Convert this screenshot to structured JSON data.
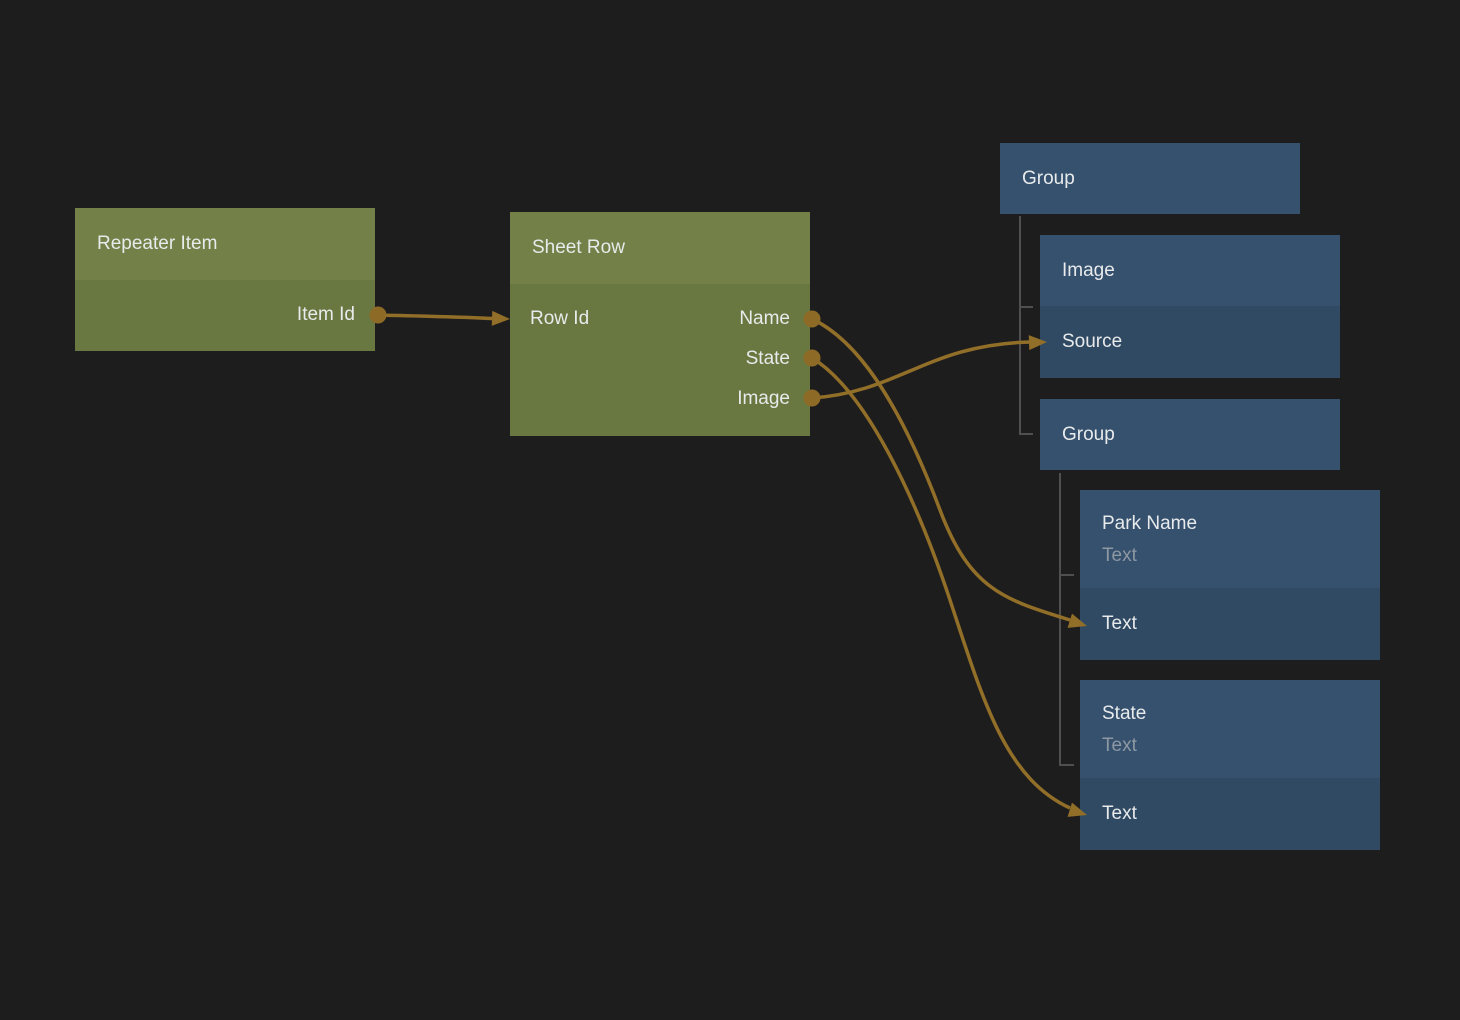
{
  "diagram": {
    "type": "node-binding-graph",
    "colors": {
      "background": "#1e1d1d",
      "green_node_header": "#738148",
      "green_node_body": "#697840",
      "blue_node_header": "#35516e",
      "blue_node_body": "#304a63",
      "connector": "#926f28",
      "tree_line": "#4f4f4f",
      "text": "#e8eaeb",
      "subtext": "#8d98a3"
    }
  },
  "nodes": {
    "repeater_item": {
      "title": "Repeater Item",
      "ports": {
        "item_id": "Item Id"
      }
    },
    "sheet_row": {
      "title": "Sheet Row",
      "ports": {
        "row_id": "Row Id",
        "name": "Name",
        "state": "State",
        "image": "Image"
      }
    },
    "group_top": {
      "title": "Group"
    },
    "image": {
      "title": "Image",
      "ports": {
        "source": "Source"
      }
    },
    "group_child": {
      "title": "Group"
    },
    "park_name": {
      "title": "Park Name",
      "subtitle": "Text",
      "ports": {
        "text": "Text"
      }
    },
    "state": {
      "title": "State",
      "subtitle": "Text",
      "ports": {
        "text": "Text"
      }
    }
  },
  "connections": [
    {
      "from": "Repeater Item.Item Id",
      "to": "Sheet Row.Row Id"
    },
    {
      "from": "Sheet Row.Name",
      "to": "Park Name.Text"
    },
    {
      "from": "Sheet Row.State",
      "to": "State.Text"
    },
    {
      "from": "Sheet Row.Image",
      "to": "Image.Source"
    }
  ],
  "hierarchy": [
    {
      "parent": "Group",
      "children": [
        "Image",
        "Group"
      ]
    },
    {
      "parent": "Group (child)",
      "children": [
        "Park Name",
        "State"
      ]
    }
  ]
}
